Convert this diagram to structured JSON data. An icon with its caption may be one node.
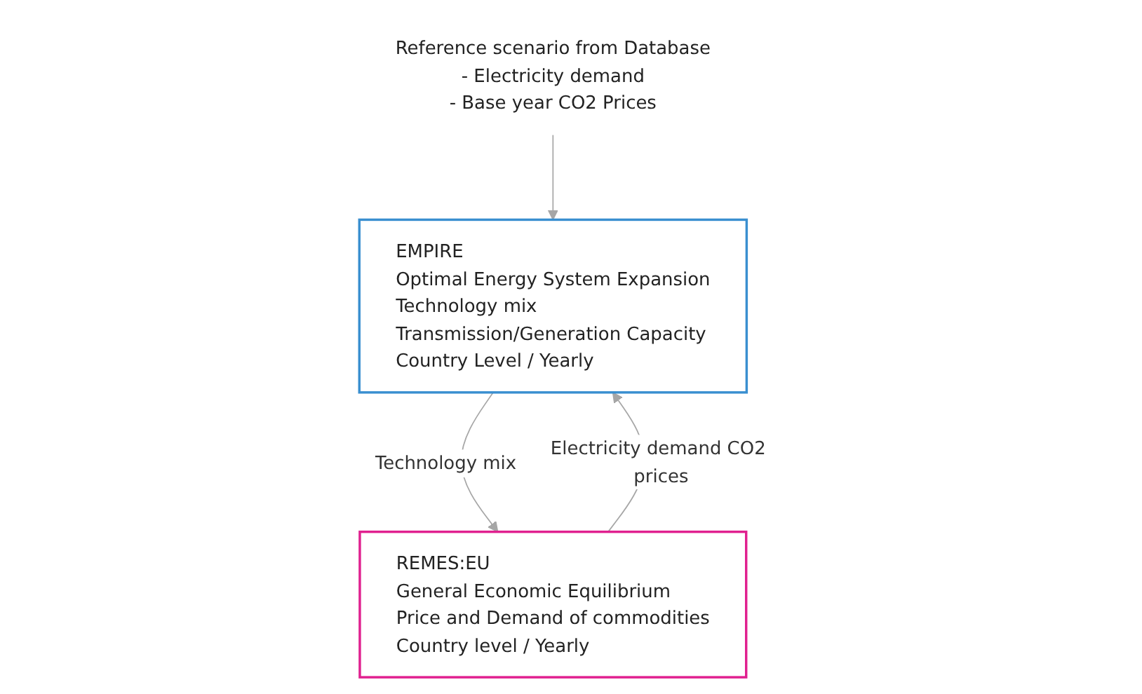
{
  "diagram": {
    "nodes": [
      {
        "text": [
          "Reference scenario from Database",
          "- Electricity demand",
          "- Base year CO2 Prices"
        ]
      },
      {
        "text": [
          "EMPIRE",
          "Optimal Energy System Expansion",
          "Technology mix",
          "Transmission/Generation Capacity",
          "Country Level / Yearly"
        ]
      },
      {
        "text": [
          "REMES:EU",
          "General Economic Equilibrium",
          "Price and Demand of commodities",
          "Country level / Yearly"
        ]
      }
    ],
    "edges": [
      {
        "from": 0,
        "to": 1,
        "arrow": "to"
      },
      {
        "from": 1,
        "to": 2,
        "arrow": "to",
        "label": "Technology mix"
      },
      {
        "from": 2,
        "to": 1,
        "arrow": "to",
        "label": "Electricity demand CO2 prices"
      }
    ]
  }
}
